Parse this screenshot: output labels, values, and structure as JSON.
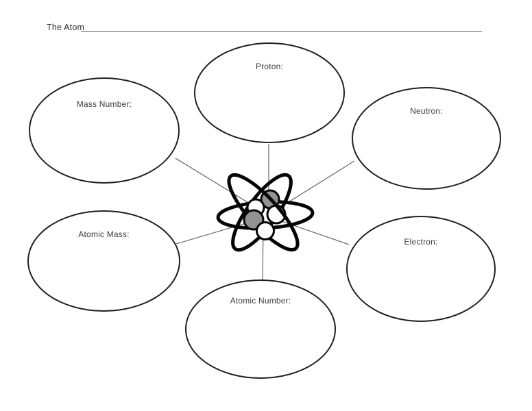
{
  "title": {
    "text": "The Atom"
  },
  "bubbles": [
    {
      "id": "proton",
      "label": "Proton:"
    },
    {
      "id": "mass-number",
      "label": "Mass Number:"
    },
    {
      "id": "neutron",
      "label": "Neutron:"
    },
    {
      "id": "atomic-mass",
      "label": "Atomic Mass:"
    },
    {
      "id": "electron",
      "label": "Electron:"
    },
    {
      "id": "atomic-number",
      "label": "Atomic Number:"
    }
  ],
  "center_icon": "atom-icon",
  "colors": {
    "background": "#ffffff",
    "ink": "#1f1f1f",
    "atom_stroke": "#050505",
    "connector": "#595959",
    "nucleus_gray": "#939393",
    "nucleus_white": "#ffffff",
    "label_text": "#3c3c3c"
  }
}
